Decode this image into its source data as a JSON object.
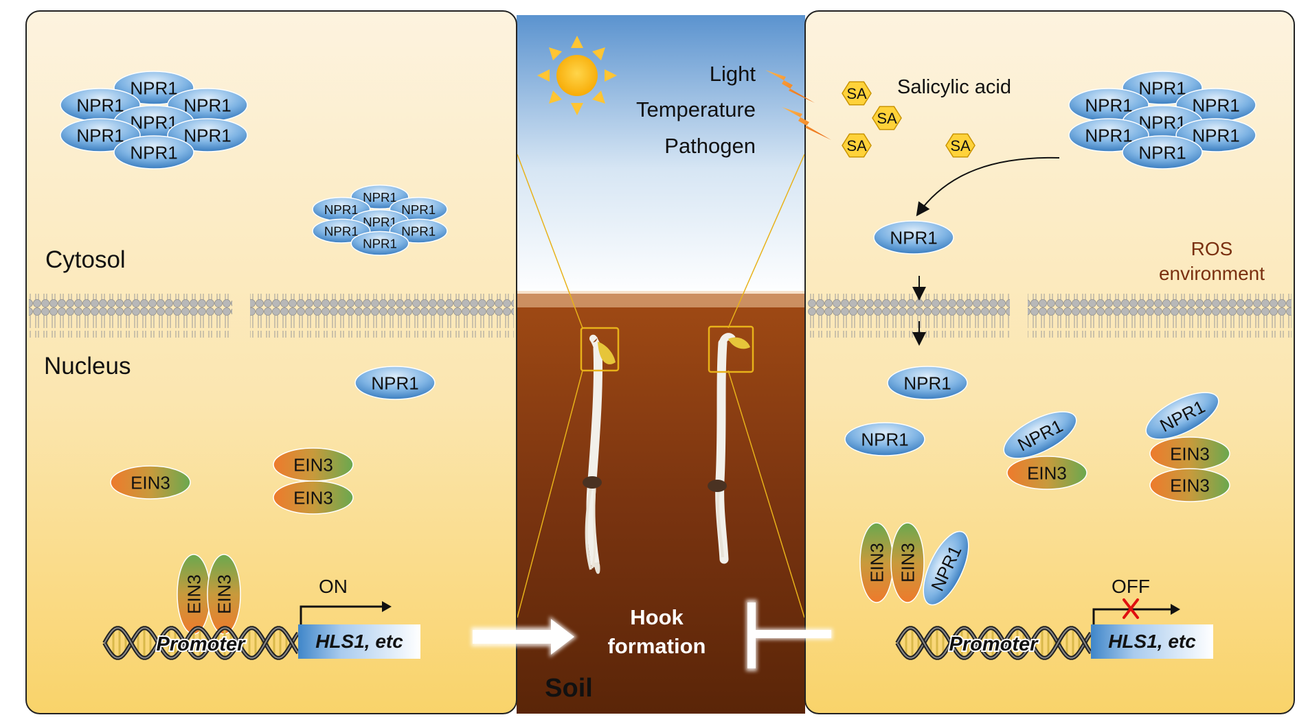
{
  "left_panel": {
    "cytosol_label": "Cytosol",
    "nucleus_label": "Nucleus",
    "on_label": "ON",
    "promoter_label": "Promoter",
    "gene_label": "HLS1, etc"
  },
  "center_panel": {
    "stimuli": [
      "Light",
      "Temperature",
      "Pathogen"
    ],
    "hook_line1": "Hook",
    "hook_line2": "formation",
    "soil_label": "Soil"
  },
  "right_panel": {
    "salicylic_label": "Salicylic acid",
    "ros_line1": "ROS",
    "ros_line2": "environment",
    "off_label": "OFF",
    "promoter_label": "Promoter",
    "gene_label": "HLS1, etc"
  },
  "molecules": {
    "npr1": "NPR1",
    "ein3": "EIN3",
    "sa": "SA"
  },
  "colors": {
    "panel_top": "#fdf3df",
    "panel_bottom": "#f9d36a",
    "sky_top": "#5b93cf",
    "soil_top": "#a04a14",
    "soil_bottom": "#5a2508",
    "npr1": "#3f86c9",
    "ein3_orange": "#ee7a2c",
    "ein3_green": "#6aa84f",
    "sa_fill": "#ffd23a",
    "ros_text": "#7a3010"
  }
}
